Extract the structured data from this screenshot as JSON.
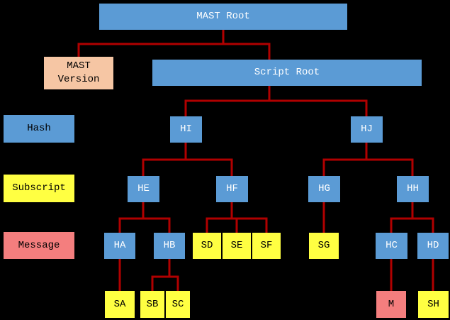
{
  "diagram": {
    "background_color": "#000000",
    "edge_color": "#B00000",
    "node_colors": {
      "hash": "#5B9BD5",
      "subscript": "#FFFF42",
      "message": "#F47E7E",
      "version": "#F6C6A4"
    },
    "row_labels": {
      "hash": "Hash",
      "subscript": "Subscript",
      "message": "Message"
    },
    "nodes": {
      "mast_root": {
        "label": "MAST Root",
        "type": "hash"
      },
      "mast_version": {
        "label": "MAST Version",
        "type": "version"
      },
      "script_root": {
        "label": "Script Root",
        "type": "hash"
      },
      "HI": {
        "label": "HI",
        "type": "hash"
      },
      "HJ": {
        "label": "HJ",
        "type": "hash"
      },
      "HE": {
        "label": "HE",
        "type": "hash"
      },
      "HF": {
        "label": "HF",
        "type": "hash"
      },
      "HG": {
        "label": "HG",
        "type": "hash"
      },
      "HH": {
        "label": "HH",
        "type": "hash"
      },
      "HA": {
        "label": "HA",
        "type": "hash"
      },
      "HB": {
        "label": "HB",
        "type": "hash"
      },
      "SD": {
        "label": "SD",
        "type": "subscript"
      },
      "SE": {
        "label": "SE",
        "type": "subscript"
      },
      "SF": {
        "label": "SF",
        "type": "subscript"
      },
      "SG": {
        "label": "SG",
        "type": "subscript"
      },
      "HC": {
        "label": "HC",
        "type": "hash"
      },
      "HD": {
        "label": "HD",
        "type": "hash"
      },
      "SA": {
        "label": "SA",
        "type": "subscript"
      },
      "SB": {
        "label": "SB",
        "type": "subscript"
      },
      "SC": {
        "label": "SC",
        "type": "subscript"
      },
      "M": {
        "label": "M",
        "type": "message"
      },
      "SH": {
        "label": "SH",
        "type": "subscript"
      }
    },
    "edges": [
      [
        "mast_root",
        "mast_version"
      ],
      [
        "mast_root",
        "script_root"
      ],
      [
        "script_root",
        "HI"
      ],
      [
        "script_root",
        "HJ"
      ],
      [
        "HI",
        "HE"
      ],
      [
        "HI",
        "HF"
      ],
      [
        "HJ",
        "HG"
      ],
      [
        "HJ",
        "HH"
      ],
      [
        "HE",
        "HA"
      ],
      [
        "HE",
        "HB"
      ],
      [
        "HF",
        "SD"
      ],
      [
        "HF",
        "SE"
      ],
      [
        "HF",
        "SF"
      ],
      [
        "HG",
        "SG"
      ],
      [
        "HH",
        "HC"
      ],
      [
        "HH",
        "HD"
      ],
      [
        "HA",
        "SA"
      ],
      [
        "HB",
        "SB"
      ],
      [
        "HB",
        "SC"
      ],
      [
        "HC",
        "M"
      ],
      [
        "HD",
        "SH"
      ]
    ]
  }
}
